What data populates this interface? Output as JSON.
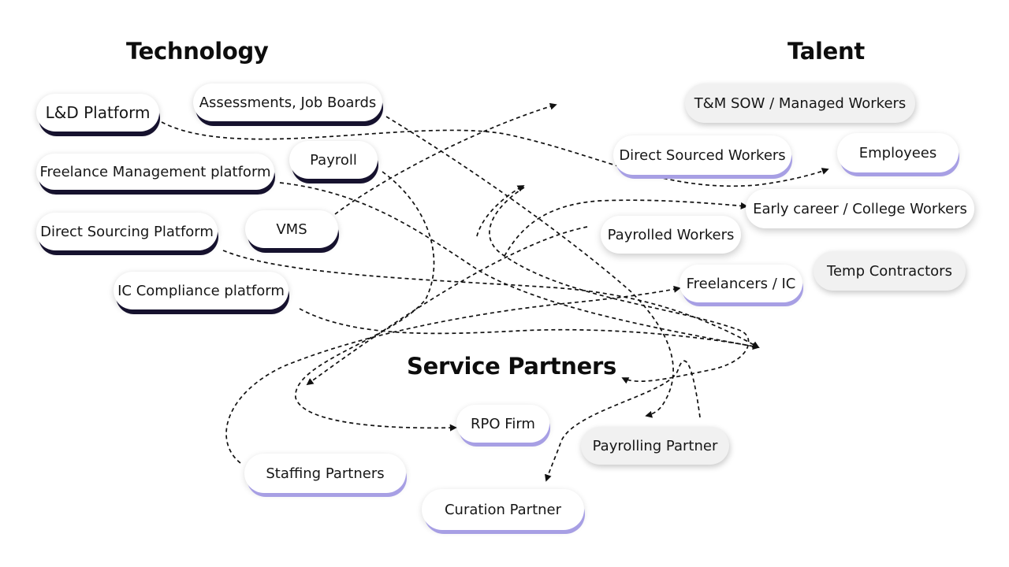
{
  "headings": {
    "technology": "Technology",
    "talent": "Talent",
    "service_partners": "Service Partners"
  },
  "technology": [
    "L&D Platform",
    "Assessments, Job Boards",
    "Payroll",
    "Freelance Management platform",
    "VMS",
    "Direct Sourcing Platform",
    "IC Compliance platform"
  ],
  "talent": [
    "T&M SOW / Managed Workers",
    "Direct Sourced Workers",
    "Employees",
    "Early career / College Workers",
    "Payrolled Workers",
    "Freelancers / IC",
    "Temp Contractors"
  ],
  "service_partners": [
    "RPO Firm",
    "Payrolling Partner",
    "Staffing Partners",
    "Curation Partner"
  ],
  "colors": {
    "dark_shadow": "#16122e",
    "purple_shadow": "#a79fe4",
    "grey_fill": "#f1f1f1",
    "line": "#111111"
  }
}
